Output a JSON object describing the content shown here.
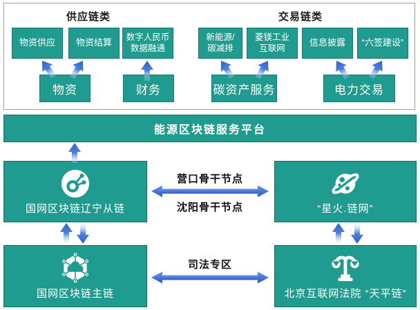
{
  "colors": {
    "box_teal": "#1f9c8f",
    "box_border": "#0f7a6d",
    "frame_border": "#8fa3b4",
    "arrow_blue": "#2a59c4",
    "text_on_teal": "#ffffff"
  },
  "supply": {
    "title": "供应链类",
    "apps": [
      "物资供应",
      "物资结算",
      "数字人民币\n数据融通"
    ],
    "sources": [
      "物资",
      "财务"
    ]
  },
  "trade": {
    "title": "交易链类",
    "apps": [
      "新能源/\n碳减排",
      "菱镁工业\n互联网",
      "信息披露",
      "“六签建设”"
    ],
    "sources": [
      "碳资产服务",
      "电力交易"
    ]
  },
  "platform": {
    "label": "能源区块链服务平台"
  },
  "nodes": {
    "liaoning": {
      "label": "国网区块链辽宁从链",
      "icon": "node-network-icon"
    },
    "xinghuo": {
      "label": "“星火.链网”",
      "icon": "planet-icon"
    },
    "main": {
      "label": "国网区块链主链",
      "icon": "hexagon-cloud-icon"
    },
    "court": {
      "label": "北京互联网法院 “天平链”",
      "icon": "scales-icon"
    }
  },
  "links": {
    "yingkou": "营口骨干节点",
    "shenyang": "沈阳骨干节点",
    "judicial": "司法专区"
  }
}
